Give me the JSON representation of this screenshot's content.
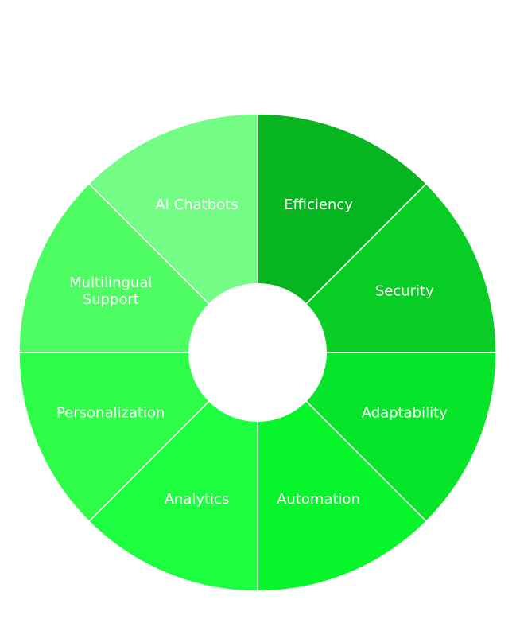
{
  "segments": [
    {
      "label_lines": [
        "Efficiency"
      ],
      "color": "#06b51f"
    },
    {
      "label_lines": [
        "Security"
      ],
      "color": "#07cd24"
    },
    {
      "label_lines": [
        "Adaptability"
      ],
      "color": "#07e52a"
    },
    {
      "label_lines": [
        "Automation"
      ],
      "color": "#06f52b"
    },
    {
      "label_lines": [
        "Analytics"
      ],
      "color": "#1dfe40"
    },
    {
      "label_lines": [
        "Personalization"
      ],
      "color": "#2efe47"
    },
    {
      "label_lines": [
        "Multilingual",
        "Support"
      ],
      "color": "#4dfd61"
    },
    {
      "label_lines": [
        "AI Chatbots"
      ],
      "color": "#73fd85"
    }
  ],
  "center_color": "#ffffff"
}
